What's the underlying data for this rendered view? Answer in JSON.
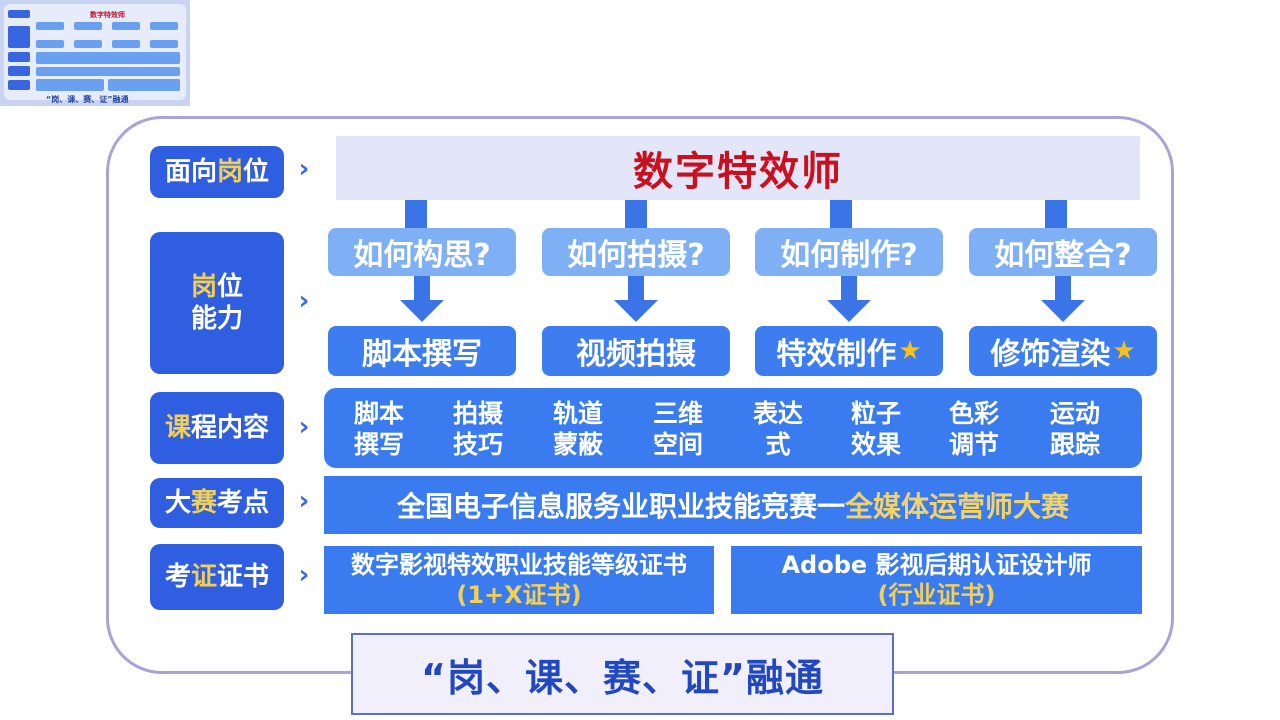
{
  "thumbnail": {
    "title": "数字特效师",
    "footer": "“岗、课、赛、证”融通"
  },
  "rows": {
    "post": {
      "label_pre": "面向",
      "label_hl": "岗",
      "label_post": "位"
    },
    "ability": {
      "label_hl": "岗",
      "label_post1": "位",
      "label_line2": "能力"
    },
    "course": {
      "label_hl": "课",
      "label_post": "程内容"
    },
    "competition": {
      "label_pre": "大",
      "label_hl": "赛",
      "label_post": "考点"
    },
    "certificate": {
      "label_pre": "考",
      "label_hl": "证",
      "label_post": "证书"
    }
  },
  "banner": {
    "title": "数字特效师"
  },
  "questions": [
    "如何构思?",
    "如何拍摄?",
    "如何制作?",
    "如何整合?"
  ],
  "skills": [
    "脚本撰写",
    "视频拍摄",
    "特效制作",
    "修饰渲染"
  ],
  "skill_star": "★",
  "courses": [
    {
      "line1": "脚本",
      "line2": "撰写"
    },
    {
      "line1": "拍摄",
      "line2": "技巧"
    },
    {
      "line1": "轨道",
      "line2": "蒙蔽"
    },
    {
      "line1": "三维",
      "line2": "空间"
    },
    {
      "line1": "表达",
      "line2": "式"
    },
    {
      "line1": "粒子",
      "line2": "效果"
    },
    {
      "line1": "色彩",
      "line2": "调节"
    },
    {
      "line1": "运动",
      "line2": "跟踪"
    }
  ],
  "competition": {
    "prefix": "全国电子信息服务业职业技能竞赛一",
    "highlight": "全媒体运营师大赛"
  },
  "certificates": [
    {
      "name": "数字影视特效职业技能等级证书",
      "type": "(1+X证书)"
    },
    {
      "name": "Adobe 影视后期认证设计师",
      "type": "(行业证书)"
    }
  ],
  "footer": {
    "text": "“岗、课、赛、证”融通"
  },
  "colors": {
    "primary": "#2f5ee0",
    "light": "#7fb0f6",
    "highlight": "#f2cf55",
    "title_red": "#c8101f",
    "frame": "#a9a3d6"
  },
  "icons": {
    "chevron": "›",
    "star": "★"
  }
}
